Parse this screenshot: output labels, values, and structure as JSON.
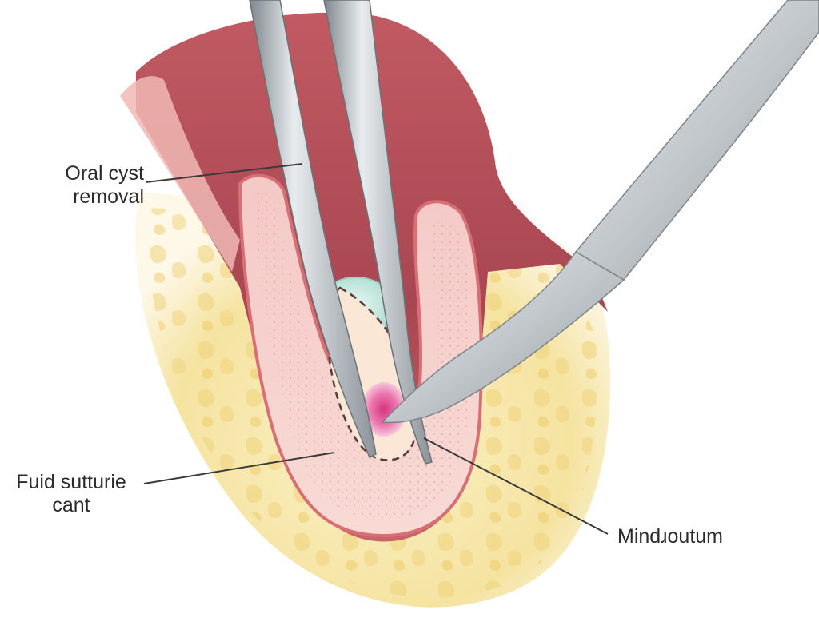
{
  "labels": {
    "oral_cyst": "Oral cyst\nremoval",
    "fluid": "Fuid sutturie\ncant",
    "mind": "Mindɹoutum"
  },
  "colors": {
    "gum": "#b8545e",
    "gum_light": "#e7a0a2",
    "pink_tissue": "#f3c4c4",
    "bone": "#f3e3a6",
    "cyst_blue": "#bfe4dc",
    "cyst_core": "#e44e98",
    "instrument": "#b9bec3",
    "leader_line": "#3a3a3a"
  },
  "icons": [
    "forceps",
    "scalpel-probe"
  ]
}
